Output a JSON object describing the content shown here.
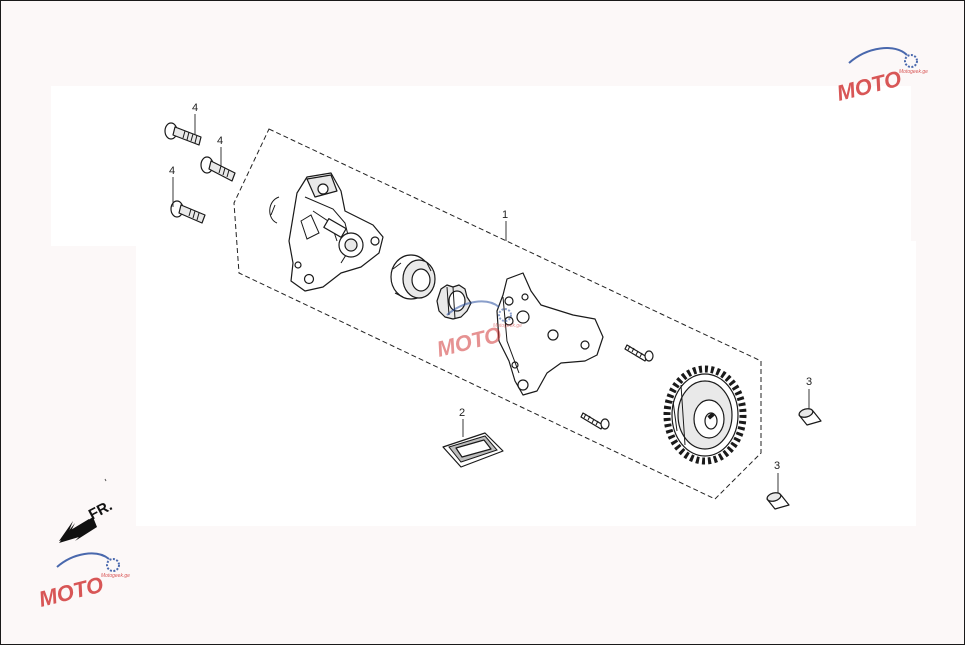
{
  "callouts": {
    "c1": "1",
    "c2": "2",
    "c3a": "3",
    "c3b": "3",
    "c4a": "4",
    "c4b": "4",
    "c4c": "4"
  },
  "direction": {
    "label": "FR."
  },
  "watermark": {
    "brand": "MOTO",
    "sub": "Motogeek.ge",
    "colors": {
      "red": "#d23a3a",
      "blue": "#2a4fa0"
    }
  },
  "icons": {
    "direction": "front-direction-arrow-icon",
    "logo": "moto-logo"
  }
}
